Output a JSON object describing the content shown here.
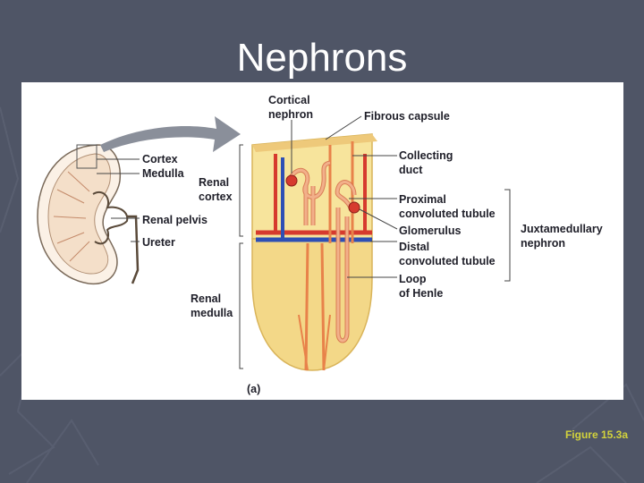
{
  "slide": {
    "title": "Nephrons",
    "figure_caption": "Figure 15.3a"
  },
  "diagram": {
    "labels": {
      "cortical_nephron_1": "Cortical",
      "cortical_nephron_2": "nephron",
      "fibrous_capsule": "Fibrous capsule",
      "cortex": "Cortex",
      "medulla": "Medulla",
      "renal_cortex_1": "Renal",
      "renal_cortex_2": "cortex",
      "renal_pelvis": "Renal pelvis",
      "ureter": "Ureter",
      "collecting_duct_1": "Collecting",
      "collecting_duct_2": "duct",
      "proximal_1": "Proximal",
      "proximal_2": "convoluted tubule",
      "glomerulus": "Glomerulus",
      "distal_1": "Distal",
      "distal_2": "convoluted tubule",
      "loop_1": "Loop",
      "loop_2": "of Henle",
      "juxta_1": "Juxtamedullary",
      "juxta_2": "nephron",
      "renal_medulla_1": "Renal",
      "renal_medulla_2": "medulla",
      "panel_letter": "(a)"
    },
    "colors": {
      "cortex_fill": "#f7e49c",
      "medulla_fill": "#f3d888",
      "tubule": "#f2b08a",
      "tubule_stroke": "#d46a4a",
      "artery": "#d63a2e",
      "vein": "#2e4fb5",
      "duct": "#e8824a"
    }
  }
}
